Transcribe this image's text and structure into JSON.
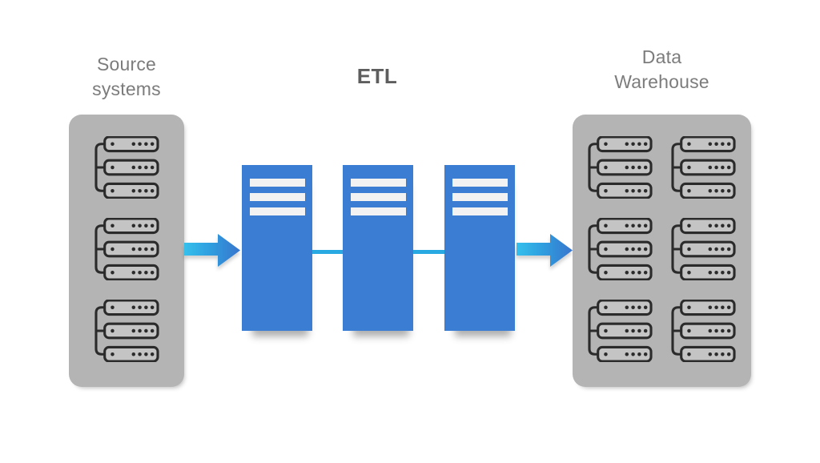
{
  "colors": {
    "bg": "#ffffff",
    "box-gray": "#b4b4b4",
    "server-outline": "#2b2b2b",
    "server-fill": "#c4c4c4",
    "tower-blue": "#3c7dd4",
    "tower-bar": "#f2f2f2",
    "connector-blue": "#29a9e1",
    "arrow-cyan": "#35c0ec",
    "arrow-blue": "#3875cd",
    "label-gray": "#7c7c7c",
    "title-gray": "#5e5e5e"
  },
  "diagram": {
    "title": "ETL",
    "flow": [
      "Source systems",
      "ETL",
      "Data Warehouse"
    ],
    "source": {
      "label": "Source systems",
      "label_lines": [
        "Source",
        "systems"
      ],
      "cluster_count": 3,
      "servers_per_cluster": 3
    },
    "etl": {
      "label": "ETL",
      "stage_count": 3,
      "slots_per_stage": 3
    },
    "warehouse": {
      "label": "Data Warehouse",
      "label_lines": [
        "Data",
        "Warehouse"
      ],
      "cluster_count": 6,
      "servers_per_cluster": 3
    }
  }
}
